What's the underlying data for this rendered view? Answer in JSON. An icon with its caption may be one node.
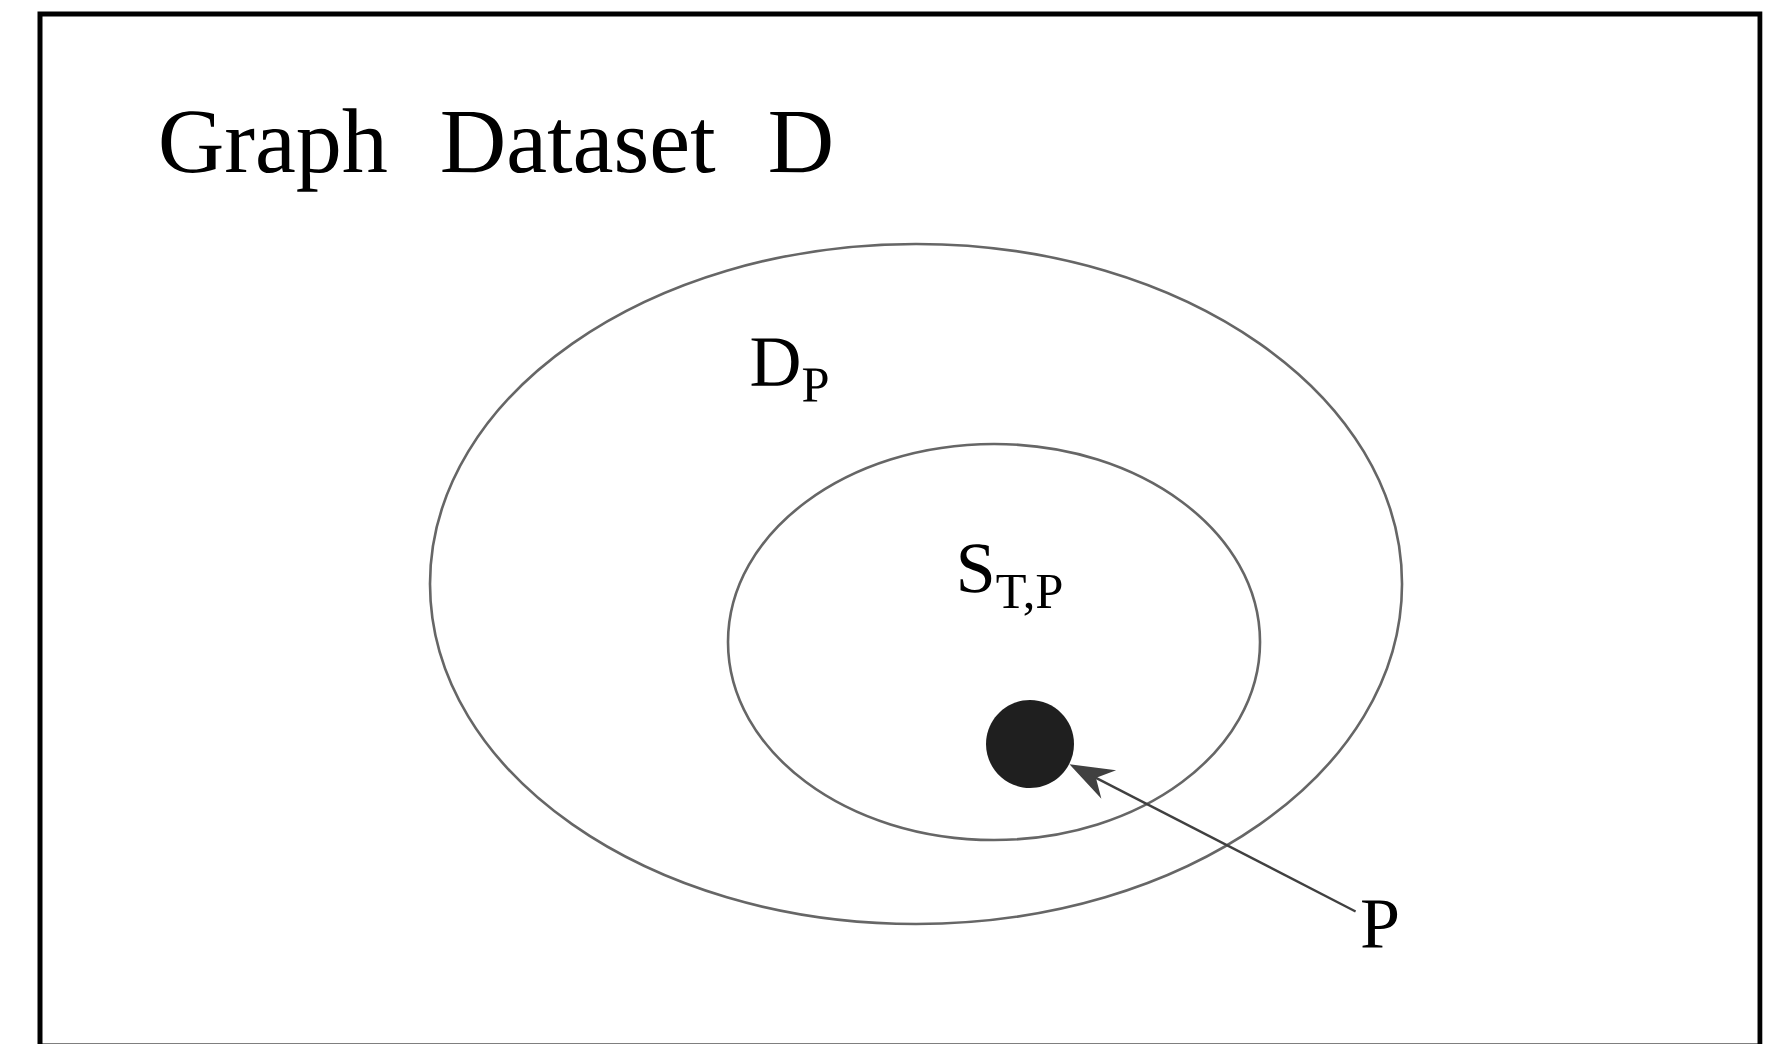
{
  "diagram": {
    "nodes": [
      {
        "text": [
          "Graph  Dataset  D"
        ]
      },
      {
        "text": [
          "D$_{P}$"
        ],
        "in": 0
      },
      {
        "text": [
          "S$_{T,P}$"
        ],
        "in": 1
      },
      {
        "text": [],
        "shape": "circle",
        "in": 2
      },
      {
        "text": [
          "P"
        ],
        "in": 0
      }
    ],
    "edges": [
      {
        "from": 4,
        "to": 3,
        "arrow": "to"
      }
    ]
  }
}
